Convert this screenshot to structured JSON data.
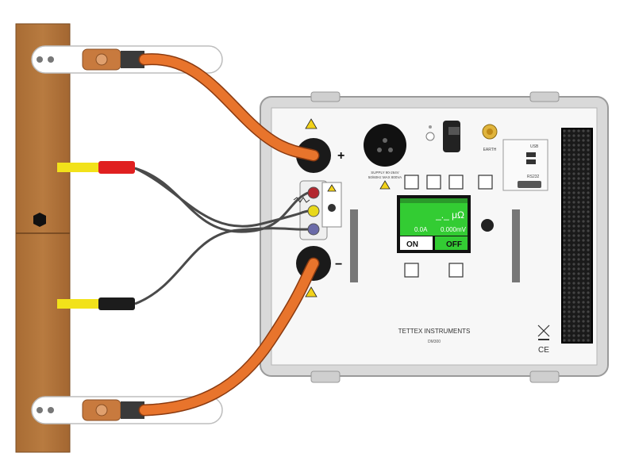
{
  "colors": {
    "wood": "#b0743a",
    "cable_orange": "#e8742c",
    "lcd_green": "#33cc33",
    "lead_red": "#e02020",
    "lead_yellow": "#f2e21a",
    "panel": "#f7f7f7",
    "case": "#d9d9d9"
  },
  "panel": {
    "plus_label": "+",
    "minus_label": "−",
    "supply_label": "SUPPLY 90-264V",
    "supply_sub": "50/60Hz MAX 800VA",
    "earth_label": "EARTH",
    "usb_label": "USB",
    "rs232_label": "RS232",
    "brand": "TETTEX INSTRUMENTS",
    "model": "DM300",
    "ce_mark": "CE"
  },
  "lcd": {
    "reading": "_._ μΩ",
    "current": "0.0A",
    "secondary": "0.000mV",
    "on_label": "ON",
    "off_label": "OFF"
  },
  "icons": [
    "warning-icon",
    "recycle-bin-icon",
    "ce-mark-icon",
    "hex-bolt-icon"
  ]
}
